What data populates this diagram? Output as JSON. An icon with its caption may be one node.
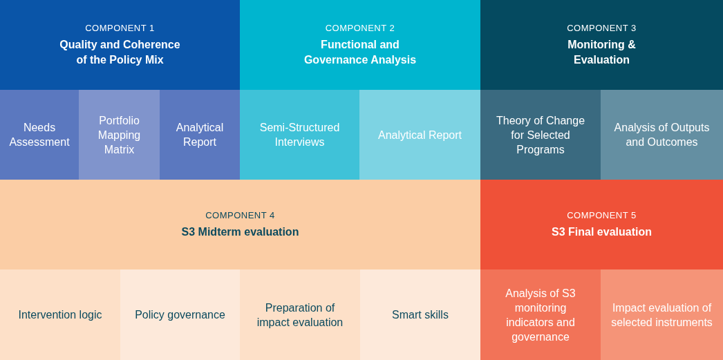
{
  "diagram": {
    "nodes": [
      {
        "text": [
          "COMPONENT 1",
          "Quality and Coherence of the Policy Mix"
        ]
      },
      {
        "text": [
          "COMPONENT 2",
          "Functional and Governance Analysis"
        ]
      },
      {
        "text": [
          "COMPONENT 3",
          "Monitoring & Evaluation"
        ]
      },
      {
        "text": [
          "Needs Assessment"
        ]
      },
      {
        "text": [
          "Portfolio Mapping Matrix"
        ]
      },
      {
        "text": [
          "Analytical Report"
        ]
      },
      {
        "text": [
          "Semi-Structured Interviews"
        ]
      },
      {
        "text": [
          "Analytical Report"
        ]
      },
      {
        "text": [
          "Theory of Change for Selected Programs"
        ]
      },
      {
        "text": [
          "Analysis of Outputs and Outcomes"
        ]
      },
      {
        "text": [
          "COMPONENT 4",
          "S3 Midterm evaluation"
        ]
      },
      {
        "text": [
          "COMPONENT 5",
          "S3 Final evaluation"
        ]
      },
      {
        "text": [
          "Intervention logic"
        ]
      },
      {
        "text": [
          "Policy governance"
        ]
      },
      {
        "text": [
          "Preparation of impact evaluation"
        ]
      },
      {
        "text": [
          "Smart skills"
        ]
      },
      {
        "text": [
          "Analysis of S3 monitoring indicators and governance"
        ]
      },
      {
        "text": [
          "Impact evaluation of selected instruments"
        ]
      }
    ],
    "edges": []
  }
}
